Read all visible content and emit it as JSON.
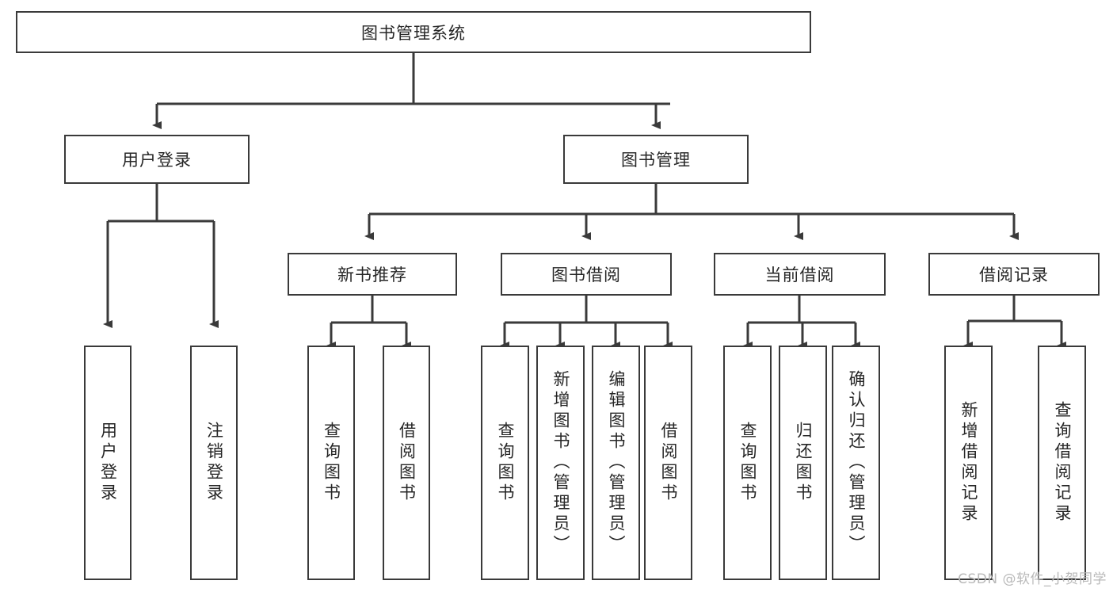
{
  "diagram": {
    "type": "tree",
    "title": "图书管理系统",
    "watermark": "CSDN @软件_小贺同学",
    "colors": {
      "box_border": "#3a3a3a",
      "connector": "#3a3a3a",
      "background": "#ffffff",
      "text": "#262626",
      "watermark": "#b9b9b9"
    },
    "root": {
      "label": "图书管理系统"
    },
    "level2": [
      {
        "label": "用户登录"
      },
      {
        "label": "图书管理"
      }
    ],
    "level3": [
      {
        "label": "新书推荐"
      },
      {
        "label": "图书借阅"
      },
      {
        "label": "当前借阅"
      },
      {
        "label": "借阅记录"
      }
    ],
    "leaves": {
      "user_login": [
        {
          "label": "用户登录"
        },
        {
          "label": "注销登录"
        }
      ],
      "new_book_recommend": [
        {
          "label": "查询图书"
        },
        {
          "label": "借阅图书"
        }
      ],
      "book_borrow": [
        {
          "label": "查询图书"
        },
        {
          "label": "新增图书（管理员）"
        },
        {
          "label": "编辑图书（管理员）"
        },
        {
          "label": "借阅图书"
        }
      ],
      "current_borrow": [
        {
          "label": "查询图书"
        },
        {
          "label": "归还图书"
        },
        {
          "label": "确认归还（管理员）"
        }
      ],
      "borrow_record": [
        {
          "label": "新增借阅记录"
        },
        {
          "label": "查询借阅记录"
        }
      ]
    }
  }
}
